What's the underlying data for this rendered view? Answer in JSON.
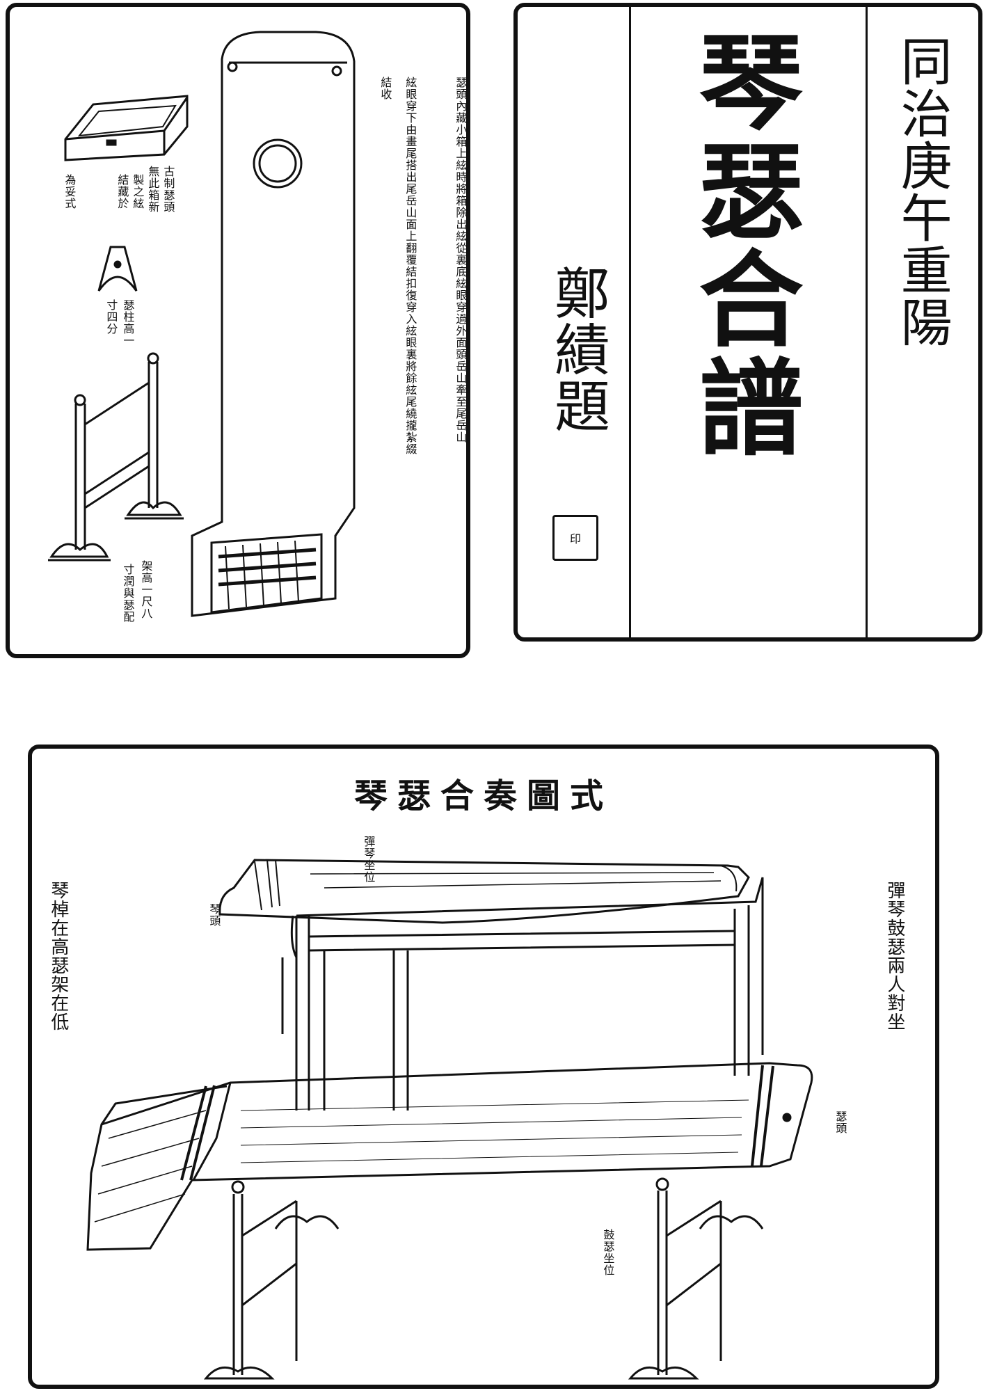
{
  "diagram_panel": {
    "se_notes": [
      "瑟頭內藏小箱上絃時將箱除出絃從裏底絃眼穿過外面頭岳山牽至尾岳山",
      "絃眼穿下由畫尾搭出尾岳山面上翻覆結扣復穿入絃眼裏將餘絃尾繞攏紮綴",
      "結收"
    ],
    "box_note": [
      "古制瑟頭",
      "無此箱新",
      "製之絃",
      "結藏於",
      "為妥式"
    ],
    "bridge_note": [
      "瑟柱高一",
      "寸四分"
    ],
    "stand_note": [
      "架高一尺八",
      "寸潤與瑟配"
    ]
  },
  "title_panel": {
    "date_line": "同治庚午重陽",
    "main_title": "琴瑟合譜",
    "signature": "鄭績題",
    "seal_text": "印"
  },
  "ensemble_panel": {
    "title": "琴瑟合奏圖式",
    "left_note": "琴棹在高瑟架在低",
    "right_note": "彈琴鼓瑟兩人對坐",
    "qin_seat": "彈琴坐位",
    "qin_head": "琴頭",
    "se_head": "瑟頭",
    "se_seat": "鼓瑟坐位"
  }
}
